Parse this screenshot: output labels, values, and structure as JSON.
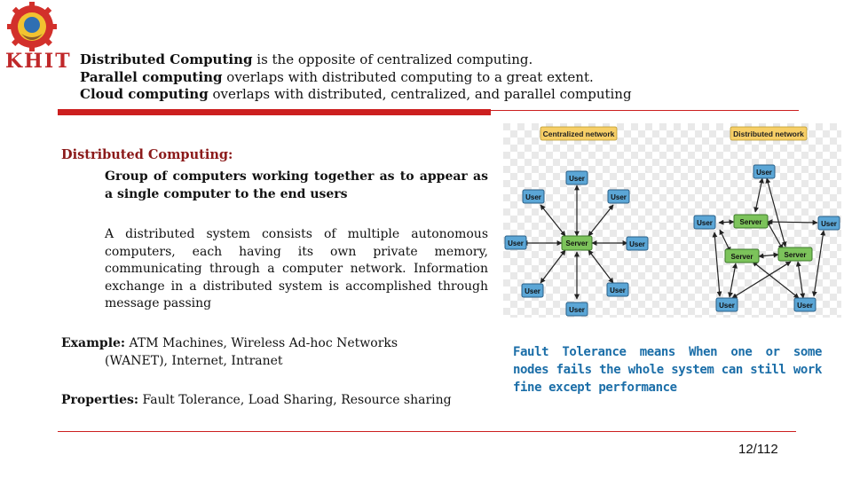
{
  "logo": {
    "text": "KHIT"
  },
  "header": {
    "line1": {
      "bold": "Distributed Computing",
      "rest": " is the opposite of centralized computing."
    },
    "line2": {
      "bold": "Parallel computing",
      "rest": " overlaps with distributed computing to a great extent."
    },
    "line3": {
      "bold": "Cloud computing",
      "rest": " overlaps with distributed, centralized, and parallel computing"
    }
  },
  "section_title": "Distributed Computing:",
  "definition": "Group of computers working together as to appear as a single computer to the end users",
  "description": "A distributed system consists of multiple autonomous computers, each having its own private memory, communicating through a computer network. Information exchange in a distributed system is accomplished through message passing",
  "example": {
    "label": "Example:",
    "text_first": " ATM Machines, Wireless Ad-hoc Networks",
    "text_rest": "(WANET), Internet, Intranet"
  },
  "properties": {
    "label": "Properties:",
    "text": " Fault Tolerance, Load Sharing, Resource sharing"
  },
  "fault_tolerance": "Fault Tolerance means When one or some nodes fails the whole system can still work fine except performance",
  "diagram": {
    "centralized_label": "Centralized network",
    "distributed_label": "Distributed network",
    "user_label": "User",
    "server_label": "Server",
    "colors": {
      "user_fill": "#5ba6d6",
      "server_fill": "#7cc35b",
      "tag_fill": "#f7cf67"
    }
  },
  "page_number": "12/112"
}
